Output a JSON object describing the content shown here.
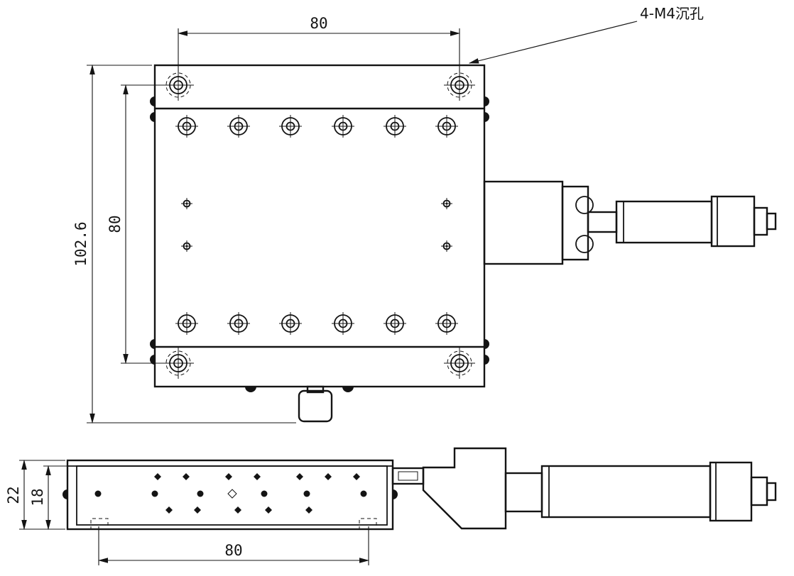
{
  "drawing": {
    "line_color": "#141414",
    "background_color": "#ffffff",
    "callout": "4-M4沉孔",
    "top_view": {
      "dim_top_width": "80",
      "dim_total_height": "102.6",
      "dim_hole_spacing": "80"
    },
    "side_view": {
      "dim_total_height": "22",
      "dim_body_height": "18",
      "dim_hole_spacing": "80"
    }
  }
}
